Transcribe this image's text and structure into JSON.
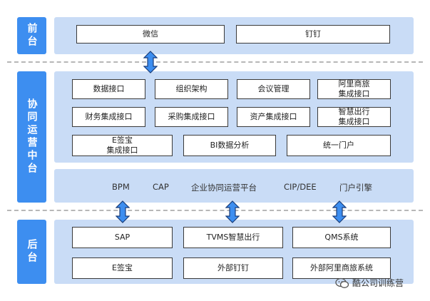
{
  "front": {
    "label": "前台",
    "items": [
      "微信",
      "钉钉"
    ]
  },
  "middle": {
    "label": "协同运营中台",
    "row1": [
      "数据接口",
      "组织架构",
      "会议管理",
      "阿里商旅\n集成接口"
    ],
    "row2": [
      "财务集成接口",
      "采购集成接口",
      "资产集成接口",
      "智慧出行\n集成接口"
    ],
    "row3": [
      "E签宝\n集成接口",
      "BI数据分析",
      "统一门户"
    ],
    "platform": [
      "BPM",
      "CAP",
      "企业协同运营平台",
      "CIP/DEE",
      "门户引擎"
    ]
  },
  "back": {
    "label": "后台",
    "row1": [
      "SAP",
      "TVMS智慧出行",
      "QMS系统"
    ],
    "row2": [
      "E签宝",
      "外部钉钉",
      "外部阿里商旅系统"
    ]
  },
  "watermark": {
    "icon": "wechat-icon",
    "text": "酷公司训练营"
  },
  "colors": {
    "side": "#3d8ef0",
    "panel": "#c9dcf6",
    "arrow": "#3d8ef0"
  }
}
